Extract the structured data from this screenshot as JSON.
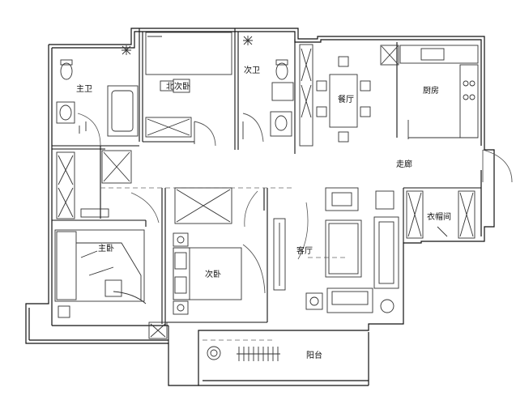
{
  "rooms": {
    "master_bath": "主卫",
    "north_bedroom": "北次卧",
    "second_bath": "次卫",
    "dining": "餐厅",
    "kitchen": "厨房",
    "corridor": "走廊",
    "master_bedroom": "主卧",
    "second_bedroom": "次卧",
    "living": "客厅",
    "cloakroom": "衣帽间",
    "balcony": "阳台"
  },
  "colors": {
    "wall": "#111111",
    "furniture": "#333333",
    "door_swing": "#555555",
    "background": "#ffffff"
  }
}
